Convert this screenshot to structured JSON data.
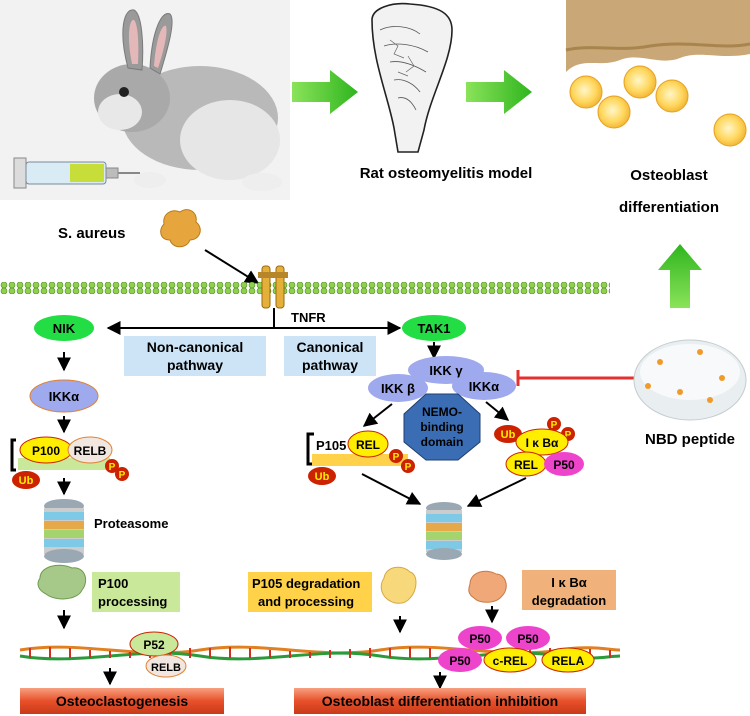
{
  "labels": {
    "model": "Rat osteomyelitis model",
    "osteoblast_line1": "Osteoblast",
    "osteoblast_line2": "differentiation",
    "s_aureus": "S. aureus",
    "tnfr": "TNFR",
    "noncanonical_line1": "Non-canonical",
    "noncanonical_line2": "pathway",
    "canonical_line1": "Canonical",
    "canonical_line2": "pathway",
    "nbd_peptide": "NBD peptide",
    "proteasome": "Proteasome",
    "p100_processing_line1": "P100",
    "p100_processing_line2": "processing",
    "p105_degradation_line1": "P105 degradation",
    "p105_degradation_line2": "and processing",
    "ikba_degradation_line1": "I κ Bα",
    "ikba_degradation_line2": "degradation",
    "osteoclastogenesis": "Osteoclastogenesis",
    "inhibition": "Osteoblast differentiation inhibition"
  },
  "nodes": {
    "nik": "NIK",
    "tak1": "TAK1",
    "ikka_left": "IKKα",
    "ikkg": "IKK γ",
    "ikkb": "IKK β",
    "ikka_right": "IKKα",
    "nemo_line1": "NEMO-",
    "nemo_line2": "binding",
    "nemo_line3": "domain",
    "p100": "P100",
    "relb": "RELB",
    "p105": "P105",
    "rel_mid": "REL",
    "ikba": "I κ Bα",
    "rel_right": "REL",
    "p50": "P50",
    "ub": "Ub",
    "p": "P",
    "p52": "P52",
    "relb_dna": "RELB",
    "dna_p50_a": "P50",
    "dna_p50_b": "P50",
    "dna_p50_c": "P50",
    "c_rel": "c-REL",
    "rela": "RELA"
  },
  "colors": {
    "green_node": "#22dd44",
    "blue_node": "#9fa9ee",
    "yellow_node": "#ffee00",
    "magenta_node": "#ee44cc",
    "ub_red": "#cc2200",
    "pathway_box": "#cce4f6",
    "p100_box": "#c9e89a",
    "p105_box": "#ffd24a",
    "ikba_box": "#f0b27a",
    "result_box": "#e8502a",
    "nemo": "#3b6db4",
    "inhibit_red": "#e53030",
    "green_arrow": "#3fc628"
  }
}
